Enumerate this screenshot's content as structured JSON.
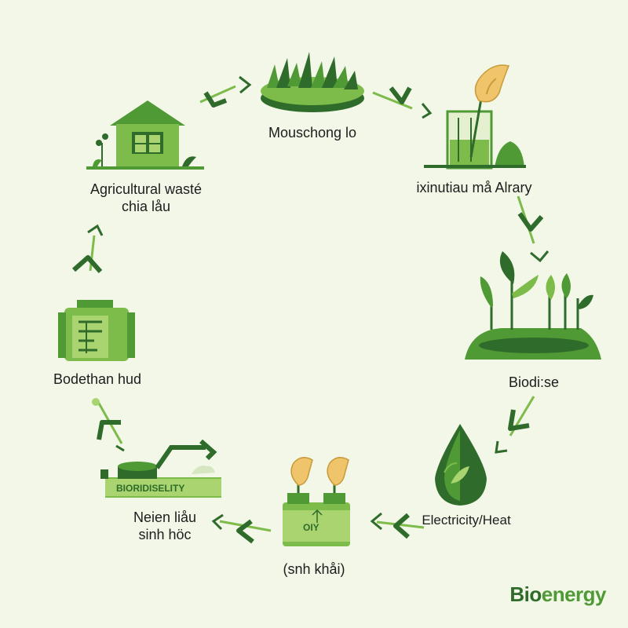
{
  "labels": {
    "top": "Mouschong lo",
    "top_right": "ixinutiau må Alrary",
    "right": "Biodi:se",
    "bottom_right": "Electricity/Heat",
    "bottom": "(snh khåi)",
    "bottom_left_line1": "Neien liåu",
    "bottom_left_line2": "sinh höc",
    "left": "Bodethan hud",
    "top_left_line1": "Agricultural wasté",
    "top_left_line2": "chia låu"
  },
  "plates": {
    "biodiesel_plate": "BIORIDISELITY",
    "jar_plate": "OIY"
  },
  "brand": {
    "part1": "Bio",
    "part2": "energy"
  },
  "colors": {
    "background": "#f2f7e8",
    "dark_green": "#2f6b2a",
    "mid_green": "#4f9a35",
    "light_green": "#7dbb4a",
    "pale_green": "#a9d46f",
    "flame": "#f0c46a"
  }
}
